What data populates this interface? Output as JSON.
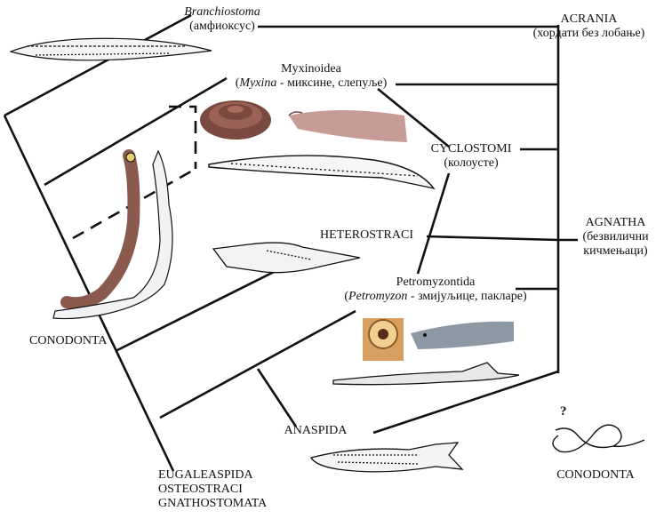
{
  "labels": {
    "branchiostoma": {
      "italic": "Branchiostoma",
      "plain": "(амфиоксус)"
    },
    "acrania": {
      "line1": "ACRANIA",
      "line2": "(хордати без лобање)"
    },
    "myxinoidea": {
      "line1": "Myxinoidea",
      "italic": "Myxina",
      "rest": " - миксине, слепуље)",
      "open": "("
    },
    "cyclostomi": {
      "line1": "CYCLOSTOMI",
      "line2": "(колоусте)"
    },
    "heterostraci": "HETEROSTRACI",
    "agnatha": {
      "line1": "AGNATHA",
      "line2": "(безвилични",
      "line3": "кичмењаци)"
    },
    "petromyzontida": {
      "line1": "Petromyzontida",
      "open": "(",
      "italic": "Petromyzon",
      "rest": " - змијуљице, пакларе)"
    },
    "conodonta_left": "CONODONTA",
    "conodonta_right": "CONODONTA",
    "question_mark": "?",
    "anaspida": "ANASPIDA",
    "bottom": {
      "line1": "EUGALEASPIDA",
      "line2": "OSTEOSTRACI",
      "line3": "GNATHOSTOMATA"
    }
  },
  "colors": {
    "line": "#111111",
    "eel": "#8a5a4e",
    "hagfish": "#b98a86"
  }
}
